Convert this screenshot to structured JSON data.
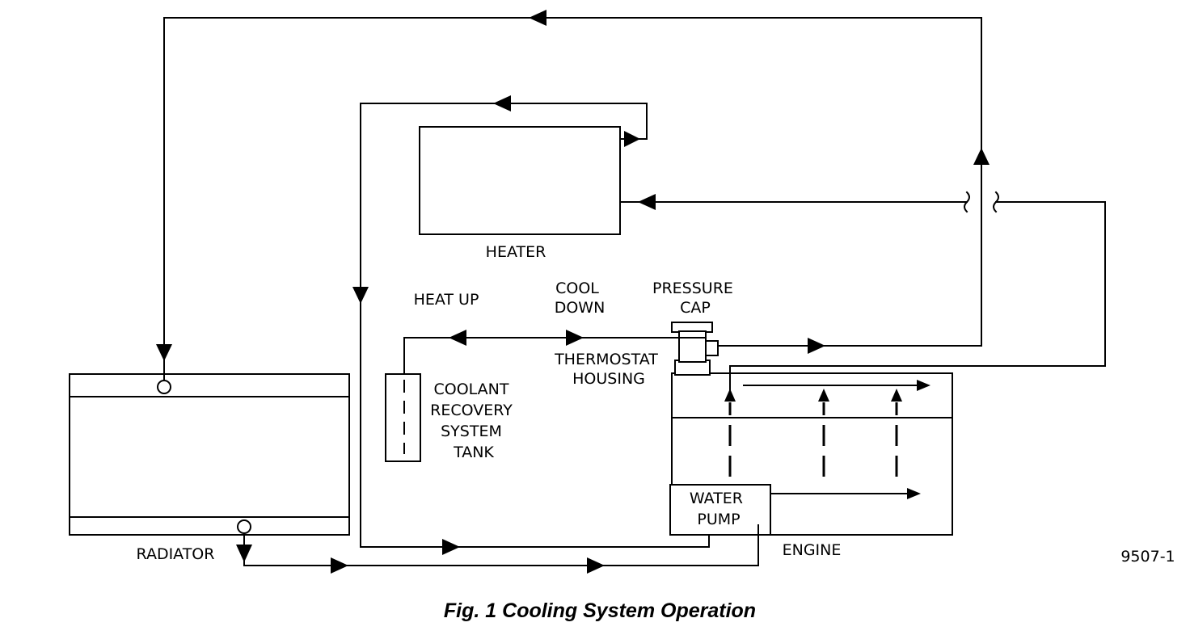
{
  "labels": {
    "heater": "HEATER",
    "heat_up": "HEAT UP",
    "cool_down": [
      "COOL",
      "DOWN"
    ],
    "pressure_cap": [
      "PRESSURE",
      "CAP"
    ],
    "thermostat_housing": [
      "THERMOSTAT",
      "HOUSING"
    ],
    "coolant_recovery_tank": [
      "COOLANT",
      "RECOVERY",
      "SYSTEM",
      "TANK"
    ],
    "water_pump": [
      "WATER",
      "PUMP"
    ],
    "radiator": "RADIATOR",
    "engine": "ENGINE",
    "figure_id": "9507-1"
  },
  "caption": "Fig. 1 Cooling System Operation"
}
